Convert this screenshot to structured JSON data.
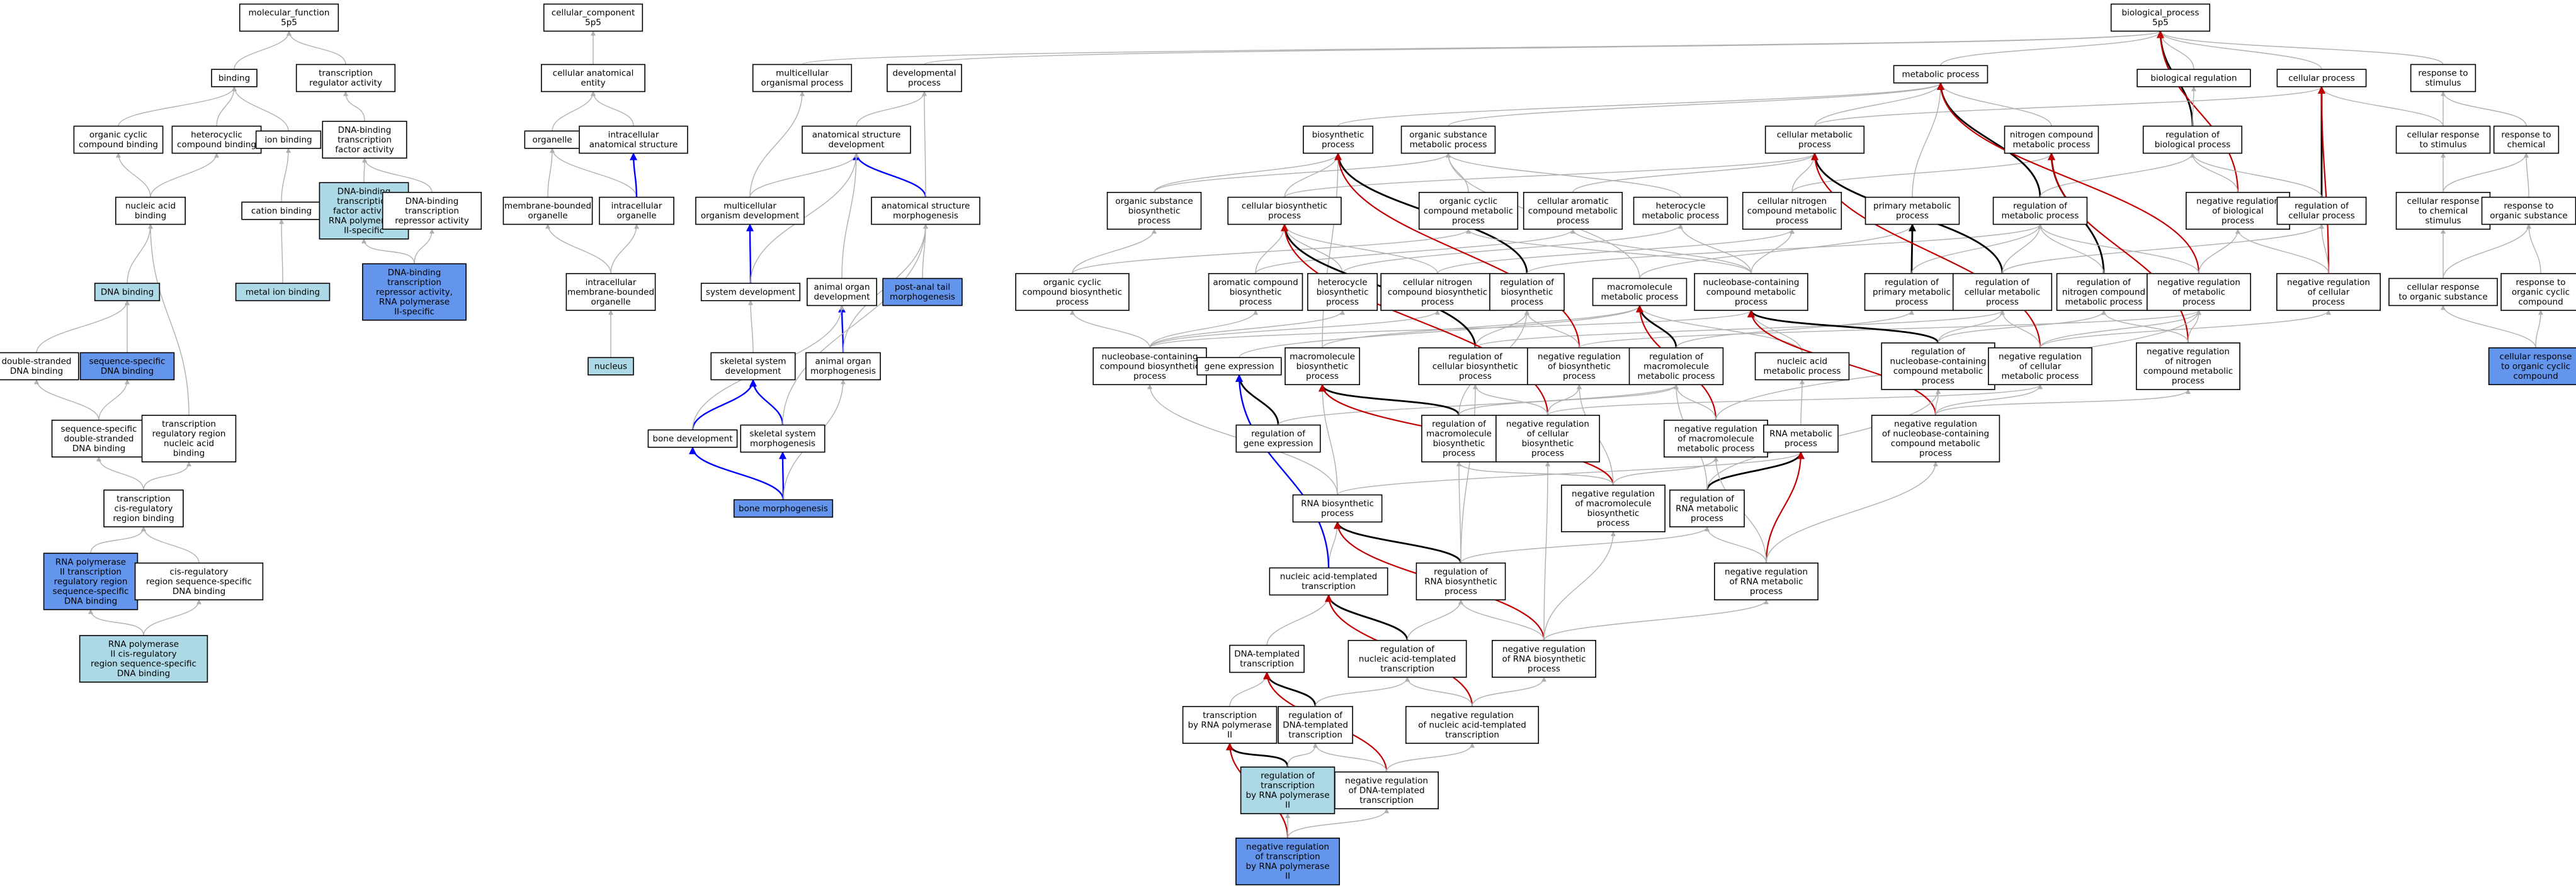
{
  "colors": {
    "default_fill": "#ffffff",
    "light_blue_fill": "#add8e6",
    "medium_blue_fill": "#6495ed",
    "is_a_edge": "#b0b0b0",
    "part_of_edge": "#0000ff",
    "regulates_edge": "#000000",
    "negatively_regulates_edge": "#c00000"
  },
  "nodes": {
    "mf": {
      "lines": [
        "molecular_function",
        "5p5"
      ],
      "fill": "default"
    },
    "cc": {
      "lines": [
        "cellular_component",
        "5p5"
      ],
      "fill": "default"
    },
    "bp": {
      "lines": [
        "biological_process",
        "5p5"
      ],
      "fill": "default"
    },
    "binding": {
      "lines": [
        "binding"
      ],
      "fill": "default"
    },
    "trans_reg_act": {
      "lines": [
        "transcription",
        "regulator activity"
      ],
      "fill": "default"
    },
    "org_cyc_binding": {
      "lines": [
        "organic cyclic",
        "compound binding"
      ],
      "fill": "default"
    },
    "hetero_binding": {
      "lines": [
        "heterocyclic",
        "compound binding"
      ],
      "fill": "default"
    },
    "ion_binding": {
      "lines": [
        "ion binding"
      ],
      "fill": "default"
    },
    "dna_tf_act": {
      "lines": [
        "DNA-binding",
        "transcription",
        "factor activity"
      ],
      "fill": "default"
    },
    "nucleic_acid_binding": {
      "lines": [
        "nucleic acid",
        "binding"
      ],
      "fill": "default"
    },
    "cation_binding": {
      "lines": [
        "cation binding"
      ],
      "fill": "default"
    },
    "dna_tf_act_rnap2": {
      "lines": [
        "DNA-binding",
        "transcription",
        "factor activity,",
        "RNA polymerase",
        "II-specific"
      ],
      "fill": "light"
    },
    "dna_tf_repressor": {
      "lines": [
        "DNA-binding",
        "transcription",
        "repressor activity"
      ],
      "fill": "default"
    },
    "dna_binding": {
      "lines": [
        "DNA binding"
      ],
      "fill": "light"
    },
    "metal_ion_binding": {
      "lines": [
        "metal ion binding"
      ],
      "fill": "light"
    },
    "dna_tf_repressor_rnap2": {
      "lines": [
        "DNA-binding",
        "transcription",
        "repressor activity,",
        "RNA polymerase",
        "II-specific"
      ],
      "fill": "medium"
    },
    "ds_dna_binding": {
      "lines": [
        "double-stranded",
        "DNA binding"
      ],
      "fill": "default"
    },
    "seq_spec_dna_binding": {
      "lines": [
        "sequence-specific",
        "DNA binding"
      ],
      "fill": "medium"
    },
    "seq_spec_ds_dna_binding": {
      "lines": [
        "sequence-specific",
        "double-stranded",
        "DNA binding"
      ],
      "fill": "default"
    },
    "tr_reg_region_na_binding": {
      "lines": [
        "transcription",
        "regulatory region",
        "nucleic acid",
        "binding"
      ],
      "fill": "default"
    },
    "tr_cis_reg_binding": {
      "lines": [
        "transcription",
        "cis-regulatory",
        "region binding"
      ],
      "fill": "default"
    },
    "rnap2_tr_reg_region_binding": {
      "lines": [
        "RNA polymerase",
        "II transcription",
        "regulatory region",
        "sequence-specific",
        "DNA binding"
      ],
      "fill": "medium"
    },
    "cis_reg_seq_spec_binding": {
      "lines": [
        "cis-regulatory",
        "region sequence-specific",
        "DNA binding"
      ],
      "fill": "default"
    },
    "rnap2_cis_reg_binding": {
      "lines": [
        "RNA polymerase",
        "II cis-regulatory",
        "region sequence-specific",
        "DNA binding"
      ],
      "fill": "light"
    },
    "cell_anat_entity": {
      "lines": [
        "cellular anatomical",
        "entity"
      ],
      "fill": "default"
    },
    "organelle": {
      "lines": [
        "organelle"
      ],
      "fill": "default"
    },
    "intracell_anat_struct": {
      "lines": [
        "intracellular",
        "anatomical structure"
      ],
      "fill": "default"
    },
    "mem_bound_organelle": {
      "lines": [
        "membrane-bounded",
        "organelle"
      ],
      "fill": "default"
    },
    "intracell_organelle": {
      "lines": [
        "intracellular",
        "organelle"
      ],
      "fill": "default"
    },
    "intracell_mem_organelle": {
      "lines": [
        "intracellular",
        "membrane-bounded",
        "organelle"
      ],
      "fill": "default"
    },
    "nucleus": {
      "lines": [
        "nucleus"
      ],
      "fill": "light"
    },
    "multicell_org_proc": {
      "lines": [
        "multicellular",
        "organismal process"
      ],
      "fill": "default"
    },
    "dev_proc": {
      "lines": [
        "developmental",
        "process"
      ],
      "fill": "default"
    },
    "anat_struct_dev": {
      "lines": [
        "anatomical structure",
        "development"
      ],
      "fill": "default"
    },
    "multicell_org_dev": {
      "lines": [
        "multicellular",
        "organism development"
      ],
      "fill": "default"
    },
    "anat_struct_morph": {
      "lines": [
        "anatomical structure",
        "morphogenesis"
      ],
      "fill": "default"
    },
    "system_dev": {
      "lines": [
        "system development"
      ],
      "fill": "default"
    },
    "animal_organ_dev": {
      "lines": [
        "animal organ",
        "development"
      ],
      "fill": "default"
    },
    "post_anal_tail": {
      "lines": [
        "post-anal tail",
        "morphogenesis"
      ],
      "fill": "medium"
    },
    "skeletal_sys_dev": {
      "lines": [
        "skeletal system",
        "development"
      ],
      "fill": "default"
    },
    "animal_organ_morph": {
      "lines": [
        "animal organ",
        "morphogenesis"
      ],
      "fill": "default"
    },
    "bone_dev": {
      "lines": [
        "bone development"
      ],
      "fill": "default"
    },
    "skeletal_sys_morph": {
      "lines": [
        "skeletal system",
        "morphogenesis"
      ],
      "fill": "default"
    },
    "bone_morph": {
      "lines": [
        "bone morphogenesis"
      ],
      "fill": "medium"
    },
    "metabolic_proc": {
      "lines": [
        "metabolic process"
      ],
      "fill": "default"
    },
    "bio_reg": {
      "lines": [
        "biological regulation"
      ],
      "fill": "default"
    },
    "cellular_proc": {
      "lines": [
        "cellular process"
      ],
      "fill": "default"
    },
    "resp_stimulus": {
      "lines": [
        "response to",
        "stimulus"
      ],
      "fill": "default"
    },
    "biosynthetic_proc": {
      "lines": [
        "biosynthetic",
        "process"
      ],
      "fill": "default"
    },
    "org_sub_metab": {
      "lines": [
        "organic substance",
        "metabolic process"
      ],
      "fill": "default"
    },
    "cell_metab": {
      "lines": [
        "cellular metabolic",
        "process"
      ],
      "fill": "default"
    },
    "nitrogen_metab": {
      "lines": [
        "nitrogen compound",
        "metabolic process"
      ],
      "fill": "default"
    },
    "reg_bio_proc": {
      "lines": [
        "regulation of",
        "biological process"
      ],
      "fill": "default"
    },
    "cell_resp_stimulus": {
      "lines": [
        "cellular response",
        "to stimulus"
      ],
      "fill": "default"
    },
    "resp_chemical": {
      "lines": [
        "response to",
        "chemical"
      ],
      "fill": "default"
    },
    "org_sub_biosyn": {
      "lines": [
        "organic substance",
        "biosynthetic",
        "process"
      ],
      "fill": "default"
    },
    "cell_biosyn": {
      "lines": [
        "cellular biosynthetic",
        "process"
      ],
      "fill": "default"
    },
    "org_cyc_metab": {
      "lines": [
        "organic cyclic",
        "compound metabolic",
        "process"
      ],
      "fill": "default"
    },
    "cell_arom_metab": {
      "lines": [
        "cellular aromatic",
        "compound metabolic",
        "process"
      ],
      "fill": "default"
    },
    "heterocycle_metab": {
      "lines": [
        "heterocycle",
        "metabolic process"
      ],
      "fill": "default"
    },
    "cell_nitrogen_metab": {
      "lines": [
        "cellular nitrogen",
        "compound metabolic",
        "process"
      ],
      "fill": "default"
    },
    "primary_metab": {
      "lines": [
        "primary metabolic",
        "process"
      ],
      "fill": "default"
    },
    "reg_metab": {
      "lines": [
        "regulation of",
        "metabolic process"
      ],
      "fill": "default"
    },
    "neg_reg_bio_proc": {
      "lines": [
        "negative regulation",
        "of biological",
        "process"
      ],
      "fill": "default"
    },
    "reg_cell_proc": {
      "lines": [
        "regulation of",
        "cellular process"
      ],
      "fill": "default"
    },
    "cell_resp_chem": {
      "lines": [
        "cellular response",
        "to chemical",
        "stimulus"
      ],
      "fill": "default"
    },
    "resp_org_sub": {
      "lines": [
        "response to",
        "organic substance"
      ],
      "fill": "default"
    },
    "org_cyc_biosyn": {
      "lines": [
        "organic cyclic",
        "compound biosynthetic",
        "process"
      ],
      "fill": "default"
    },
    "arom_biosyn": {
      "lines": [
        "aromatic compound",
        "biosynthetic",
        "process"
      ],
      "fill": "default"
    },
    "heterocycle_biosyn": {
      "lines": [
        "heterocycle",
        "biosynthetic",
        "process"
      ],
      "fill": "default"
    },
    "cell_nitrogen_biosyn": {
      "lines": [
        "cellular nitrogen",
        "compound biosynthetic",
        "process"
      ],
      "fill": "default"
    },
    "reg_biosyn": {
      "lines": [
        "regulation of",
        "biosynthetic",
        "process"
      ],
      "fill": "default"
    },
    "macromol_metab": {
      "lines": [
        "macromolecule",
        "metabolic process"
      ],
      "fill": "default"
    },
    "nucleobase_metab": {
      "lines": [
        "nucleobase-containing",
        "compound metabolic",
        "process"
      ],
      "fill": "default"
    },
    "reg_primary_metab": {
      "lines": [
        "regulation of",
        "primary metabolic",
        "process"
      ],
      "fill": "default"
    },
    "reg_cell_metab": {
      "lines": [
        "regulation of",
        "cellular metabolic",
        "process"
      ],
      "fill": "default"
    },
    "reg_nitrogen_metab": {
      "lines": [
        "regulation of",
        "nitrogen compound",
        "metabolic process"
      ],
      "fill": "default"
    },
    "neg_reg_metab": {
      "lines": [
        "negative regulation",
        "of metabolic",
        "process"
      ],
      "fill": "default"
    },
    "neg_reg_cell_proc": {
      "lines": [
        "negative regulation",
        "of cellular",
        "process"
      ],
      "fill": "default"
    },
    "cell_resp_org_sub": {
      "lines": [
        "cellular response",
        "to organic substance"
      ],
      "fill": "default"
    },
    "resp_org_cyclic": {
      "lines": [
        "response to",
        "organic cyclic",
        "compound"
      ],
      "fill": "default"
    },
    "nucleobase_biosyn": {
      "lines": [
        "nucleobase-containing",
        "compound biosynthetic",
        "process"
      ],
      "fill": "default"
    },
    "gene_expression": {
      "lines": [
        "gene expression"
      ],
      "fill": "default"
    },
    "macromol_biosyn": {
      "lines": [
        "macromolecule",
        "biosynthetic",
        "process"
      ],
      "fill": "default"
    },
    "reg_cell_biosyn": {
      "lines": [
        "regulation of",
        "cellular biosynthetic",
        "process"
      ],
      "fill": "default"
    },
    "neg_reg_biosyn": {
      "lines": [
        "negative regulation",
        "of biosynthetic",
        "process"
      ],
      "fill": "default"
    },
    "reg_macromol_metab": {
      "lines": [
        "regulation of",
        "macromolecule",
        "metabolic process"
      ],
      "fill": "default"
    },
    "na_metab": {
      "lines": [
        "nucleic acid",
        "metabolic process"
      ],
      "fill": "default"
    },
    "reg_nucleobase_metab": {
      "lines": [
        "regulation of",
        "nucleobase-containing",
        "compound metabolic",
        "process"
      ],
      "fill": "default"
    },
    "neg_reg_cell_metab": {
      "lines": [
        "negative regulation",
        "of cellular",
        "metabolic process"
      ],
      "fill": "default"
    },
    "neg_reg_nitrogen_metab": {
      "lines": [
        "negative regulation",
        "of nitrogen",
        "compound metabolic",
        "process"
      ],
      "fill": "default"
    },
    "cell_resp_org_cyclic": {
      "lines": [
        "cellular response",
        "to organic cyclic",
        "compound"
      ],
      "fill": "medium"
    },
    "reg_gene_expr": {
      "lines": [
        "regulation of",
        "gene expression"
      ],
      "fill": "default"
    },
    "reg_macromol_biosyn": {
      "lines": [
        "regulation of",
        "macromolecule",
        "biosynthetic",
        "process"
      ],
      "fill": "default"
    },
    "neg_reg_cell_biosyn": {
      "lines": [
        "negative regulation",
        "of cellular",
        "biosynthetic",
        "process"
      ],
      "fill": "default"
    },
    "neg_reg_macromol_metab": {
      "lines": [
        "negative regulation",
        "of macromolecule",
        "metabolic process"
      ],
      "fill": "default"
    },
    "rna_metab": {
      "lines": [
        "RNA metabolic",
        "process"
      ],
      "fill": "default"
    },
    "neg_reg_nucleobase_metab": {
      "lines": [
        "negative regulation",
        "of nucleobase-containing",
        "compound metabolic",
        "process"
      ],
      "fill": "default"
    },
    "rna_biosyn": {
      "lines": [
        "RNA biosynthetic",
        "process"
      ],
      "fill": "default"
    },
    "neg_reg_macromol_biosyn": {
      "lines": [
        "negative regulation",
        "of macromolecule",
        "biosynthetic",
        "process"
      ],
      "fill": "default"
    },
    "reg_rna_metab": {
      "lines": [
        "regulation of",
        "RNA metabolic",
        "process"
      ],
      "fill": "default"
    },
    "na_templated_tx": {
      "lines": [
        "nucleic acid-templated",
        "transcription"
      ],
      "fill": "default"
    },
    "reg_rna_biosyn": {
      "lines": [
        "regulation of",
        "RNA biosynthetic",
        "process"
      ],
      "fill": "default"
    },
    "neg_reg_rna_metab": {
      "lines": [
        "negative regulation",
        "of RNA metabolic",
        "process"
      ],
      "fill": "default"
    },
    "dna_templated_tx": {
      "lines": [
        "DNA-templated",
        "transcription"
      ],
      "fill": "default"
    },
    "reg_na_templated_tx": {
      "lines": [
        "regulation of",
        "nucleic acid-templated",
        "transcription"
      ],
      "fill": "default"
    },
    "neg_reg_rna_biosyn": {
      "lines": [
        "negative regulation",
        "of RNA biosynthetic",
        "process"
      ],
      "fill": "default"
    },
    "tx_by_rnap": {
      "lines": [
        "transcription",
        "by RNA polymerase",
        "II"
      ],
      "fill": "default"
    },
    "reg_dna_templated_tx": {
      "lines": [
        "regulation of",
        "DNA-templated",
        "transcription"
      ],
      "fill": "default"
    },
    "neg_reg_na_templated_tx": {
      "lines": [
        "negative regulation",
        "of nucleic acid-templated",
        "transcription"
      ],
      "fill": "default"
    },
    "reg_tx_rnap2": {
      "lines": [
        "regulation of",
        "transcription",
        "by RNA polymerase",
        "II"
      ],
      "fill": "light"
    },
    "neg_reg_dna_templated_tx": {
      "lines": [
        "negative regulation",
        "of DNA-templated",
        "transcription"
      ],
      "fill": "default"
    },
    "neg_reg_tx_rnap2": {
      "lines": [
        "negative regulation",
        "of transcription",
        "by RNA polymerase",
        "II"
      ],
      "fill": "medium"
    }
  }
}
